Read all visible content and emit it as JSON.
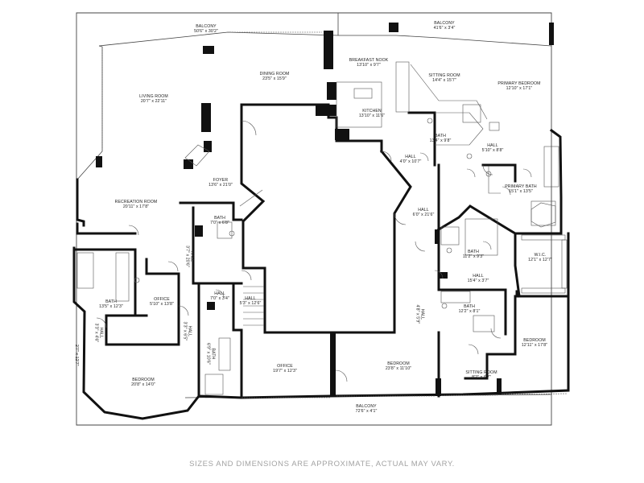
{
  "rooms": {
    "balcony_top_left": {
      "name": "BALCONY",
      "dims": "50'6\" x 30'2\""
    },
    "balcony_top_right": {
      "name": "BALCONY",
      "dims": "41'6\" x 3'4\""
    },
    "breakfast_nook": {
      "name": "BREAKFAST NOOK",
      "dims": "13'10\" x 9'7\""
    },
    "dining_room": {
      "name": "DINING ROOM",
      "dims": "23'5\" x 15'9\""
    },
    "sitting_room_top": {
      "name": "SITTING ROOM",
      "dims": "14'4\" x 15'7\""
    },
    "primary_bedroom": {
      "name": "PRIMARY BEDROOM",
      "dims": "12'10\" x 17'1\""
    },
    "living_room": {
      "name": "LIVING ROOM",
      "dims": "20'7\" x 22'11\""
    },
    "kitchen": {
      "name": "KITCHEN",
      "dims": "13'10\" x 11'6\""
    },
    "bath_center": {
      "name": "BATH",
      "dims": "13'4\" x 9'8\""
    },
    "hall_primary": {
      "name": "HALL",
      "dims": "5'10\" x 8'8\""
    },
    "hall_center_top": {
      "name": "HALL",
      "dims": "4'0\" x 10'7\""
    },
    "foyer": {
      "name": "FOYER",
      "dims": "13'6\" x 21'0\""
    },
    "primary_bath": {
      "name": "PRIMARY BATH",
      "dims": "15'1\" x 13'5\""
    },
    "recreation_room": {
      "name": "RECREATION ROOM",
      "dims": "20'11\" x 17'8\""
    },
    "hall_center": {
      "name": "HALL",
      "dims": "6'0\" x 21'6\""
    },
    "bath_foyer": {
      "name": "BATH",
      "dims": "7'0\" x 6'8\""
    },
    "hall_left_vert": {
      "name": "HALL",
      "dims": "3'7\" x 20'6\""
    },
    "bath_right": {
      "name": "BATH",
      "dims": "11'2\" x 9'3\""
    },
    "wic": {
      "name": "W.I.C.",
      "dims": "12'1\" x 12'7\""
    },
    "hall_right": {
      "name": "HALL",
      "dims": "15'4\" x 3'7\""
    },
    "hall_small": {
      "name": "HALL",
      "dims": "7'0\" x 3'4\""
    },
    "office_small": {
      "name": "OFFICE",
      "dims": "5'10\" x 13'8\""
    },
    "hall_mid": {
      "name": "HALL",
      "dims": "5'3\" x 12'6\""
    },
    "bath_left": {
      "name": "BATH",
      "dims": "13'5\" x 12'3\""
    },
    "hall_tiny_vert": {
      "name": "HALL",
      "dims": "4'8\" x 5'9\""
    },
    "bath_lower_right": {
      "name": "BATH",
      "dims": "12'2\" x 8'1\""
    },
    "hall_left_small": {
      "name": "HALL",
      "dims": "3'3\" x 6'5\""
    },
    "hall_far_left": {
      "name": "HALL",
      "dims": "3'3\" x 4'6\""
    },
    "bedroom_right": {
      "name": "BEDROOM",
      "dims": "12'11\" x 17'8\""
    },
    "bath_vert": {
      "name": "BATH",
      "dims": "6'9\" x 10'6\""
    },
    "office_large": {
      "name": "OFFICE",
      "dims": "19'7\" x 12'3\""
    },
    "bedroom_center": {
      "name": "BEDROOM",
      "dims": "23'8\" x 11'10\""
    },
    "closet_left": {
      "name": "",
      "dims": "2'7\" x 12'7\""
    },
    "sitting_room_low": {
      "name": "SITTING ROOM",
      "dims": "8'2\" x 6'7\""
    },
    "bedroom_left": {
      "name": "BEDROOM",
      "dims": "20'8\" x 14'0\""
    },
    "balcony_bottom": {
      "name": "BALCONY",
      "dims": "72'6\" x 4'1\""
    }
  },
  "disclaimer": "SIZES AND DIMENSIONS ARE APPROXIMATE, ACTUAL MAY VARY.",
  "colors": {
    "wall": "#111111",
    "line": "#444444",
    "background": "#ffffff",
    "disclaimer": "#a3a3a3"
  }
}
